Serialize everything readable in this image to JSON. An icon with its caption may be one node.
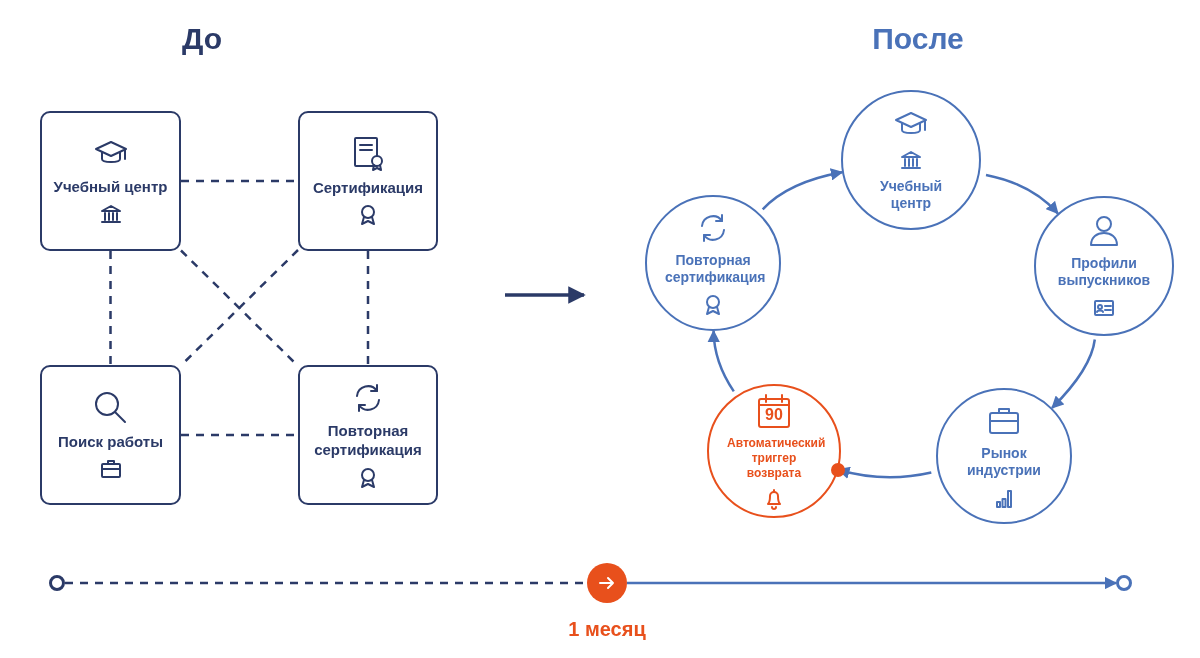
{
  "diagram": {
    "nodes": [
      {
        "text": [
          "Учебный центр"
        ]
      },
      {
        "text": [
          "Сертификация"
        ]
      },
      {
        "text": [
          "Поиск работы"
        ]
      },
      {
        "text": [
          "Повторная сертификация"
        ]
      },
      {
        "text": [
          "Учебный центр"
        ]
      },
      {
        "text": [
          "Профили выпускников"
        ]
      },
      {
        "text": [
          "Рынок индустрии"
        ]
      },
      {
        "text": [
          "90",
          "Автоматический триггер возврата"
        ]
      },
      {
        "text": [
          "Повторная сертификация"
        ]
      },
      {
        "text": [],
        "shape": "circle"
      },
      {
        "text": [],
        "shape": "circle",
        "beside": [
          "1 месяц"
        ]
      },
      {
        "text": [],
        "shape": "circle"
      }
    ],
    "edges": [
      {
        "from": 0,
        "to": 1,
        "arrow": "none",
        "style": "dashed"
      },
      {
        "from": 0,
        "to": 2,
        "arrow": "none",
        "style": "dashed"
      },
      {
        "from": 0,
        "to": 3,
        "arrow": "none",
        "style": "dashed"
      },
      {
        "from": 1,
        "to": 2,
        "arrow": "none",
        "style": "dashed"
      },
      {
        "from": 1,
        "to": 3,
        "arrow": "none",
        "style": "dashed"
      },
      {
        "from": 2,
        "to": 3,
        "arrow": "none",
        "style": "dashed"
      },
      {
        "from": 4,
        "to": 5,
        "arrow": "to",
        "color": "#4a72b8"
      },
      {
        "from": 5,
        "to": 6,
        "arrow": "to",
        "color": "#4a72b8"
      },
      {
        "from": 6,
        "to": 7,
        "arrow": "to",
        "color": "#4a72b8"
      },
      {
        "from": 7,
        "to": 8,
        "arrow": "to",
        "color": "#4a72b8"
      },
      {
        "from": 8,
        "to": 4,
        "arrow": "to",
        "color": "#4a72b8"
      },
      {
        "from": 9,
        "to": 10,
        "arrow": "none",
        "style": "dashed"
      },
      {
        "from": 10,
        "to": 11,
        "arrow": "to",
        "color": "#4a72b8"
      }
    ],
    "labels": [
      "До",
      "После"
    ]
  }
}
